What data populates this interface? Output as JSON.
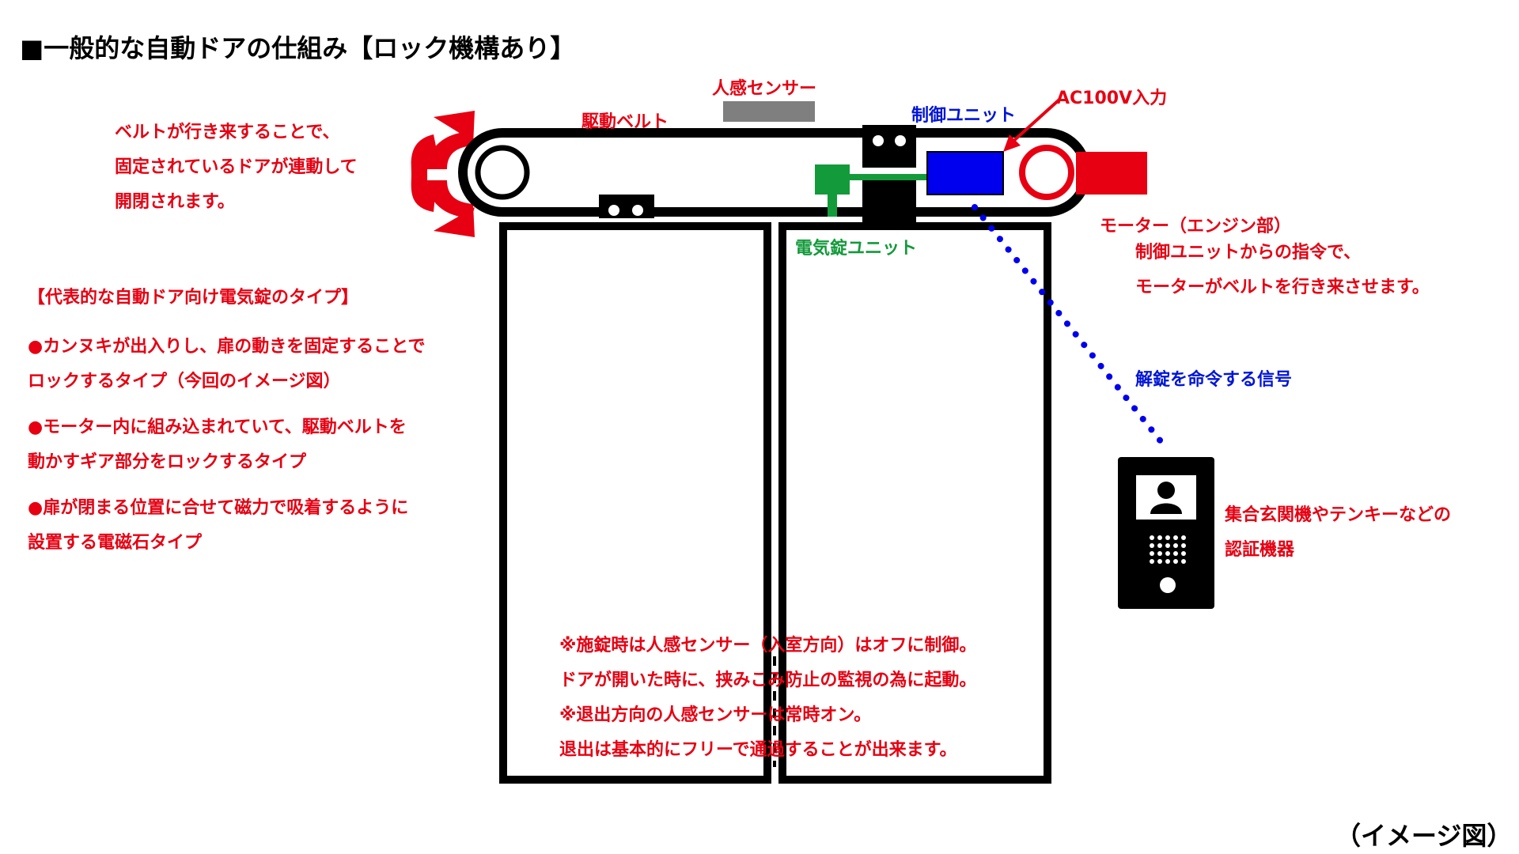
{
  "title": "■一般的な自動ドアの仕組み【ロック機構あり】",
  "footer": "（イメージ図）",
  "labels": {
    "sensor": "人感センサー",
    "belt": "駆動ベルト",
    "control_unit": "制御ユニット",
    "ac_input": "AC100V入力",
    "electric_lock_unit": "電気錠ユニット",
    "motor_title": "モーター（エンジン部）",
    "motor_desc": [
      "制御ユニットからの指令で、",
      "モーターがベルトを行き来させます。"
    ],
    "unlock_signal": "解錠を命令する信号",
    "intercom": [
      "集合玄関機やテンキーなどの",
      "認証機器"
    ]
  },
  "belt_note": [
    "ベルトが行き来することで、",
    "固定されているドアが連動して",
    "開閉されます。"
  ],
  "lock_types": {
    "heading": "【代表的な自動ドア向け電気錠のタイプ】",
    "items": [
      [
        "●カンヌキが出入りし、扉の動きを固定することで",
        "ロックするタイプ（今回のイメージ図）"
      ],
      [
        "●モーター内に組み込まれていて、駆動ベルトを",
        "動かすギア部分をロックするタイプ"
      ],
      [
        "●扉が閉まる位置に合せて磁力で吸着するように",
        "設置する電磁石タイプ"
      ]
    ]
  },
  "door_note": [
    "※施錠時は人感センサー（入室方向）はオフに制御。",
    "ドアが開いた時に、挟みこみ防止の監視の為に起動。",
    "※退出方向の人感センサーは常時オン。",
    "退出は基本的にフリーで通過することが出来ます。"
  ],
  "colors": {
    "red": "#e60012",
    "blue": "#0014d8",
    "green": "#139a3b",
    "gray": "#7f7f7f"
  },
  "icons": {
    "rotation": "double-arrow-rotation-icon",
    "person": "person-avatar-icon"
  }
}
